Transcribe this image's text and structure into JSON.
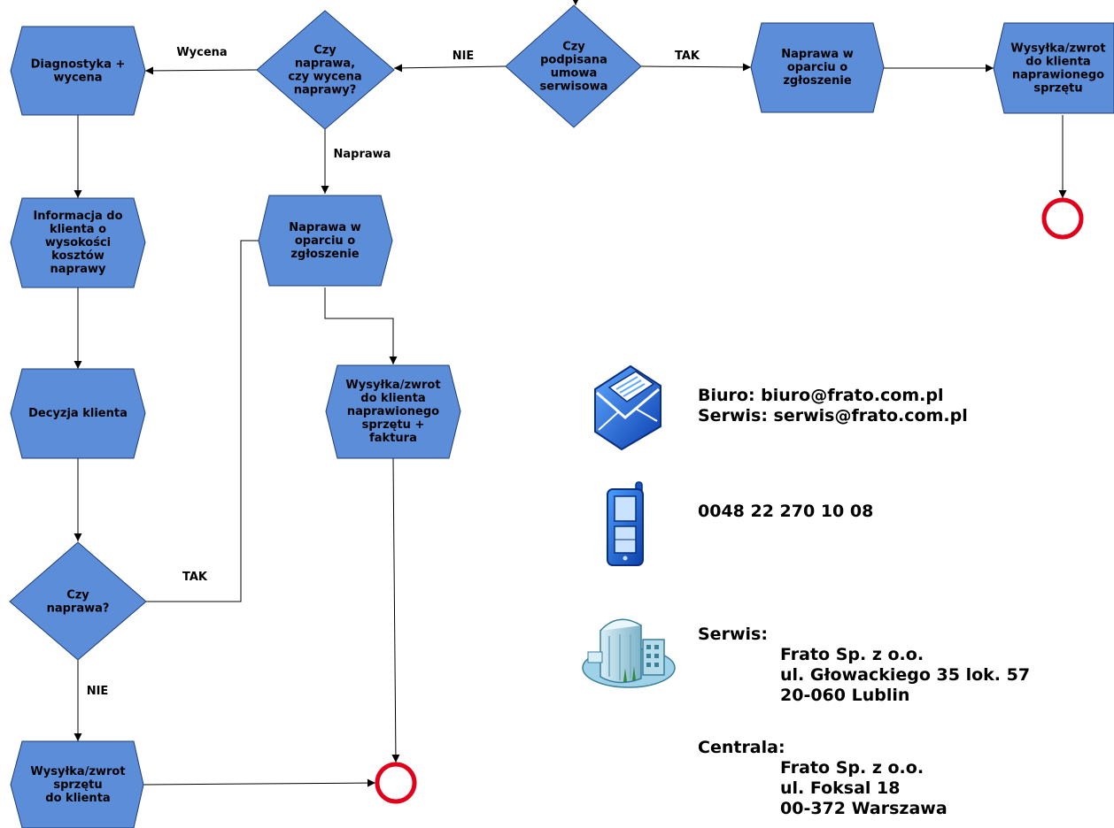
{
  "nodes": {
    "diagnostyka": [
      "Diagnostyka +",
      "wycena"
    ],
    "czy_naprawa_wycena": [
      "Czy",
      "naprawa,",
      "czy wycena",
      "naprawy?"
    ],
    "czy_umowa": [
      "Czy",
      "podpisana",
      "umowa",
      "serwisowa"
    ],
    "naprawa_top": [
      "Naprawa w",
      "oparciu o",
      "zgłoszenie"
    ],
    "wysylka_top": [
      "Wysyłka/zwrot",
      "do klienta",
      "naprawionego",
      "sprzętu"
    ],
    "informacja": [
      "Informacja do",
      "klienta o",
      "wysokości",
      "kosztów",
      "naprawy"
    ],
    "naprawa_mid": [
      "Naprawa w",
      "oparciu o",
      "zgłoszenie"
    ],
    "wysylka_mid": [
      "Wysyłka/zwrot",
      "do klienta",
      "naprawionego",
      "sprzętu +",
      "faktura"
    ],
    "decyzja": [
      "Decyzja klienta"
    ],
    "czy_naprawa": [
      "Czy",
      "naprawa?"
    ],
    "wysylka_bottom": [
      "Wysyłka/zwrot",
      "sprzętu",
      "do klienta"
    ]
  },
  "edge_labels": {
    "wycena": "Wycena",
    "nie_top": "NIE",
    "tak_top": "TAK",
    "naprawa": "Naprawa",
    "tak_mid": "TAK",
    "nie_bottom": "NIE"
  },
  "contact": {
    "email_line1": "Biuro: biuro@frato.com.pl",
    "email_line2": "Serwis: serwis@frato.com.pl",
    "phone": "0048 22 270 10 08",
    "serwis_heading": "Serwis:",
    "serwis_address": [
      "Frato Sp. z o.o.",
      "ul. Głowackiego 35 lok. 57",
      "20-060 Lublin"
    ],
    "centrala_heading": "Centrala:",
    "centrala_address": [
      "Frato Sp. z o.o.",
      "ul. Foksal 18",
      "00-372 Warszawa"
    ]
  },
  "icons": {
    "email": "envelope-icon",
    "phone": "mobile-phone-icon",
    "building": "office-building-icon"
  },
  "colors": {
    "shape_fill": "#5b8dd9",
    "shape_stroke": "#1f3c78",
    "end_event": "#e3001b"
  }
}
